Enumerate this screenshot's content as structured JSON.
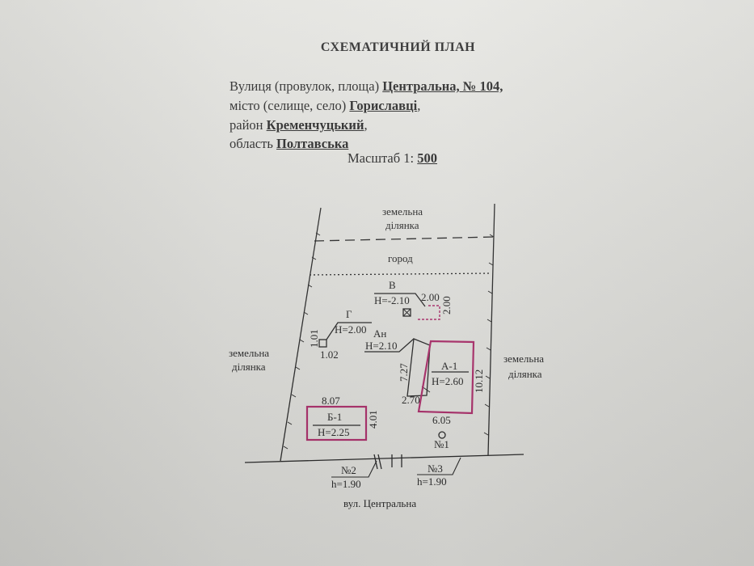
{
  "document": {
    "title": "СХЕМАТИЧНИЙ ПЛАН",
    "address": {
      "street_label": "Вулиця (провулок, площа)",
      "street_value": "Центральна, № 104,",
      "city_label": "місто (селище, село)",
      "city_value": "Гориславці",
      "city_suffix": ",",
      "district_label": "район",
      "district_value": "Кременчуцький",
      "district_suffix": ",",
      "region_label": "область",
      "region_value": "Полтавська"
    },
    "scale_label": "Масштаб 1:",
    "scale_value": "500"
  },
  "plan": {
    "land_top_1": "земельна",
    "land_top_2": "ділянка",
    "garden": "город",
    "land_left_1": "земельна",
    "land_left_2": "ділянка",
    "land_right_1": "земельна",
    "land_right_2": "ділянка",
    "v_name": "В",
    "v_height": "Н=-2.10",
    "v_dim_w": "2.00",
    "v_dim_h": "2.00",
    "g_name": "Г",
    "g_height": "Н=2.00",
    "g_dim_v": "1.01",
    "g_dim_h": "1.02",
    "an_name": "Ан",
    "an_height": "Н=2.10",
    "an_dim_v": "7.27",
    "an_dim_h": "2.70",
    "a_name": "А-1",
    "a_height": "Н=2.60",
    "a_dim_v": "10.12",
    "a_dim_h": "6.05",
    "b_name": "Б-1",
    "b_height": "Н=2.25",
    "b_dim_w": "8.07",
    "b_dim_h": "4.01",
    "n1": "№1",
    "n2": "№2",
    "n2_h": "h=1.90",
    "n3": "№3",
    "n3_h": "h=1.90",
    "street_caption": "вул. Центральна"
  },
  "colors": {
    "outline_magenta": "#b0306e",
    "ink": "#2a2a2a"
  }
}
